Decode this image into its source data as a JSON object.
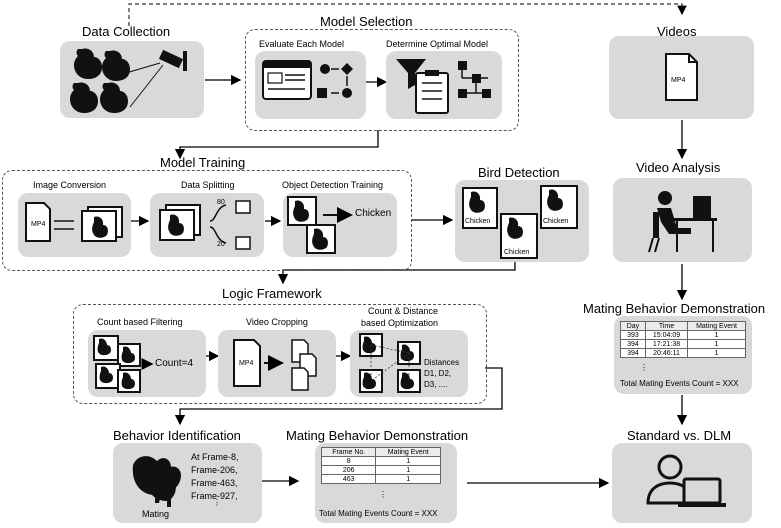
{
  "data_collection": {
    "title": "Data Collection"
  },
  "model_selection": {
    "title": "Model Selection",
    "evaluate": "Evaluate Each Model",
    "determine": "Determine Optimal Model"
  },
  "videos": {
    "title": "Videos",
    "file_label": "MP4"
  },
  "model_training": {
    "title": "Model Training",
    "image_conversion": "Image Conversion",
    "data_splitting": "Data Splitting",
    "object_detection": "Object Detection Training",
    "mp4": "MP4",
    "split_80": "80",
    "split_20": "20",
    "chicken": "Chicken"
  },
  "bird_detection": {
    "title": "Bird Detection",
    "labels": [
      "Chicken",
      "Chicken",
      "Chicken"
    ]
  },
  "video_analysis": {
    "title": "Video Analysis"
  },
  "logic_framework": {
    "title": "Logic Framework",
    "count_filtering": "Count based Filtering",
    "count_eq": "Count=4",
    "video_cropping": "Video Cropping",
    "mp4": "MP4",
    "count_distance_1": "Count & Distance",
    "count_distance_2": "based Optimization",
    "distances": [
      "Distances",
      "D1, D2,",
      "D3, ...."
    ]
  },
  "mating_demo_right": {
    "title": "Mating Behavior Demonstration",
    "headers": [
      "Day",
      "Time",
      "Mating Event"
    ],
    "rows": [
      [
        "393",
        "15:04:09",
        "1"
      ],
      [
        "394",
        "17:21:38",
        "1"
      ],
      [
        "394",
        "20:46:11",
        "1"
      ]
    ],
    "total": "Total Mating Events Count = XXX"
  },
  "behavior_identification": {
    "title": "Behavior Identification",
    "frames": [
      "At Frame-8,",
      "Frame-206,",
      "Frame-463,",
      "Frame-927,"
    ],
    "caption": "Mating"
  },
  "mating_demo_bottom": {
    "title": "Mating Behavior Demonstration",
    "headers": [
      "Frame No.",
      "Mating Event"
    ],
    "rows": [
      [
        "8",
        "1"
      ],
      [
        "206",
        "1"
      ],
      [
        "463",
        "1"
      ]
    ],
    "total": "Total Mating Events Count = XXX"
  },
  "standard_vs_dlm": {
    "title": "Standard vs. DLM"
  }
}
